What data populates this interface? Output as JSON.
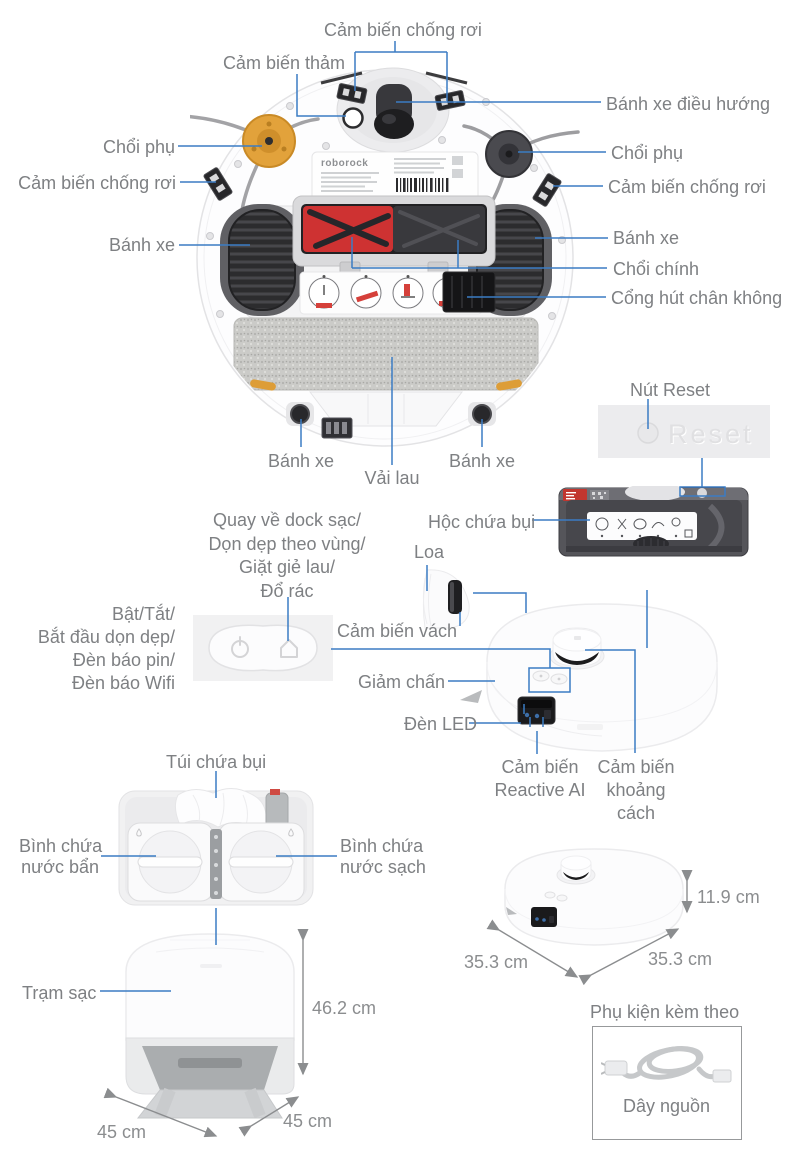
{
  "colors": {
    "label_gray": "#7e8083",
    "line_blue": "#3b7cc4",
    "dim_gray": "#8b8d8f",
    "brush_orange": "#e0a23b",
    "brush_red": "#ce3232"
  },
  "bottom_view": {
    "fall_sensor_top": "Cảm biến chống rơi",
    "carpet_sensor": "Cảm biến thảm",
    "nav_wheel": "Bánh xe điều hướng",
    "side_brush_left": "Chổi phụ",
    "side_brush_right": "Chổi phụ",
    "fall_sensor_left": "Cảm biến chống rơi",
    "fall_sensor_right": "Cảm biến chống rơi",
    "wheel_left": "Bánh xe",
    "wheel_right": "Bánh xe",
    "main_brush": "Chổi chính",
    "vacuum_port": "Cổng hút chân không",
    "wheel_bottom_left": "Bánh xe",
    "mop_cloth": "Vải lau",
    "wheel_bottom_right": "Bánh xe",
    "brand": "roborock"
  },
  "reset": {
    "label": "Nút Reset",
    "button_text": "Reset"
  },
  "dust_box": {
    "label": "Hộc chứa bụi"
  },
  "controls": {
    "dock_lines": [
      "Quay về dock sạc/",
      "Dọn dẹp theo vùng/",
      "Giặt giẻ lau/",
      "Đổ rác"
    ],
    "power_lines": [
      "Bật/Tắt/",
      "Bắt đầu dọn dẹp/",
      "Đèn báo pin/",
      "Đèn báo Wifi"
    ]
  },
  "top_view": {
    "speaker": "Loa",
    "wall_sensor": "Cảm biến vách",
    "bumper": "Giảm chấn",
    "led": "Đèn LED",
    "reactive_lines": [
      "Cảm biến",
      "Reactive AI"
    ],
    "distance_lines": [
      "Cảm biến",
      "khoảng",
      "cách"
    ]
  },
  "dock": {
    "dust_bag": "Túi chứa bụi",
    "dirty_lines": [
      "Bình chứa",
      "nước bẩn"
    ],
    "clean_lines": [
      "Bình chứa",
      "nước sạch"
    ],
    "station": "Trạm sạc"
  },
  "dimensions": {
    "station_height": "46.2 cm",
    "station_width": "45 cm",
    "station_depth": "45 cm",
    "robot_height": "11.9 cm",
    "robot_width": "35.3 cm",
    "robot_depth": "35.3 cm"
  },
  "accessories": {
    "title": "Phụ kiện kèm theo",
    "power_cord": "Dây nguồn"
  }
}
